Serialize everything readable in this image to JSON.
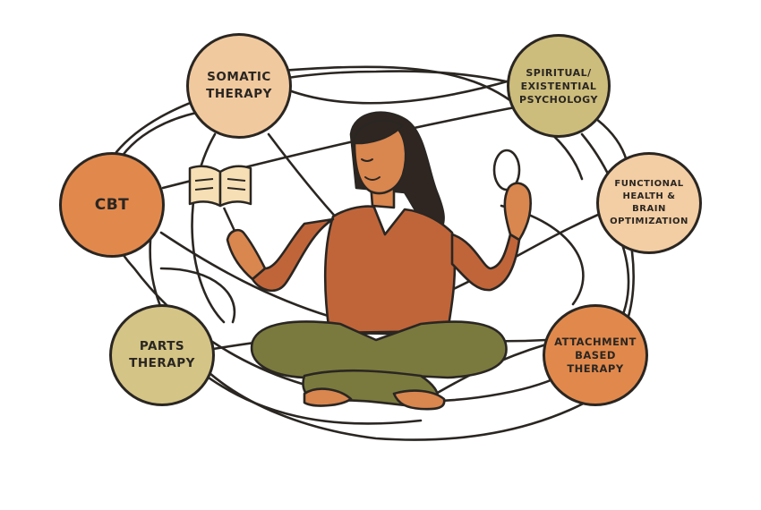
{
  "colors": {
    "outline": "#2a2622",
    "somatic_fill": "#f1c99e",
    "spiritual_fill": "#cdbd7c",
    "cbt_fill": "#e1894c",
    "functional_fill": "#f3cda3",
    "parts_fill": "#d4c485",
    "attachment_fill": "#e1894c",
    "skin": "#d9864f",
    "shirt": "#c0653a",
    "pants": "#7a7a3e",
    "hair": "#2f2622",
    "book": "#f6dfb4"
  },
  "nodes": {
    "somatic": "SOMATIC\nTHERAPY",
    "spiritual": "SPIRITUAL/\nEXISTENTIAL\nPSYCHOLOGY",
    "cbt": "CBT",
    "functional": "FUNCTIONAL\nHEALTH &\nBRAIN\nOPTIMIZATION",
    "parts": "PARTS\nTHERAPY",
    "attachment": "ATTACHMENT\nBASED\nTHERAPY"
  },
  "icons": {
    "figure": "meditating-person-icon",
    "book": "open-book-icon",
    "thread": "string-loop-icon"
  }
}
